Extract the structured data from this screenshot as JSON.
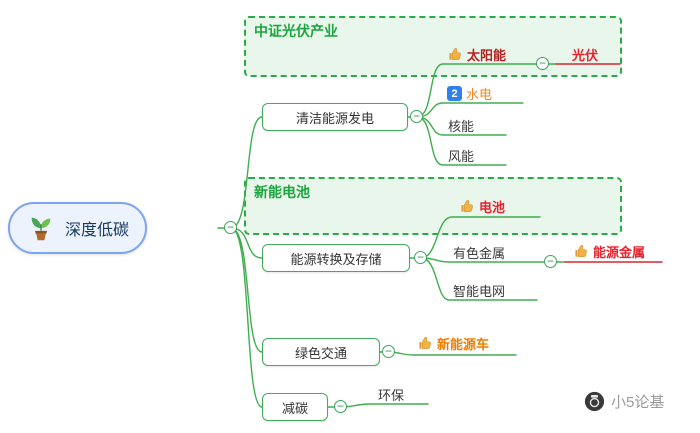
{
  "root": {
    "label": "深度低碳"
  },
  "branches": [
    {
      "label": "清洁能源发电"
    },
    {
      "label": "能源转换及存储"
    },
    {
      "label": "绿色交通"
    },
    {
      "label": "减碳"
    }
  ],
  "groups": [
    {
      "title": "中证光伏产业"
    },
    {
      "title": "新能电池"
    }
  ],
  "leaves": {
    "solar": {
      "label": "太阳能"
    },
    "pv": {
      "label": "光伏"
    },
    "hydro": {
      "label": "水电",
      "badge": "2"
    },
    "nuclear": {
      "label": "核能"
    },
    "wind": {
      "label": "风能"
    },
    "battery": {
      "label": "电池"
    },
    "nonferrous": {
      "label": "有色金属"
    },
    "energy_metal": {
      "label": "能源金属"
    },
    "smart_grid": {
      "label": "智能电网"
    },
    "nev": {
      "label": "新能源车"
    },
    "env": {
      "label": "环保"
    }
  },
  "collapse_symbol": "−",
  "watermark": {
    "text": "小5论基"
  },
  "colors": {
    "connector_green": "#3fae4d",
    "emphasis_red": "#e8232e",
    "emphasis_orange": "#f07d00",
    "group_title_green": "#1ca53e",
    "badge_blue": "#2f80ed",
    "root_border_blue": "#7da4f0"
  }
}
